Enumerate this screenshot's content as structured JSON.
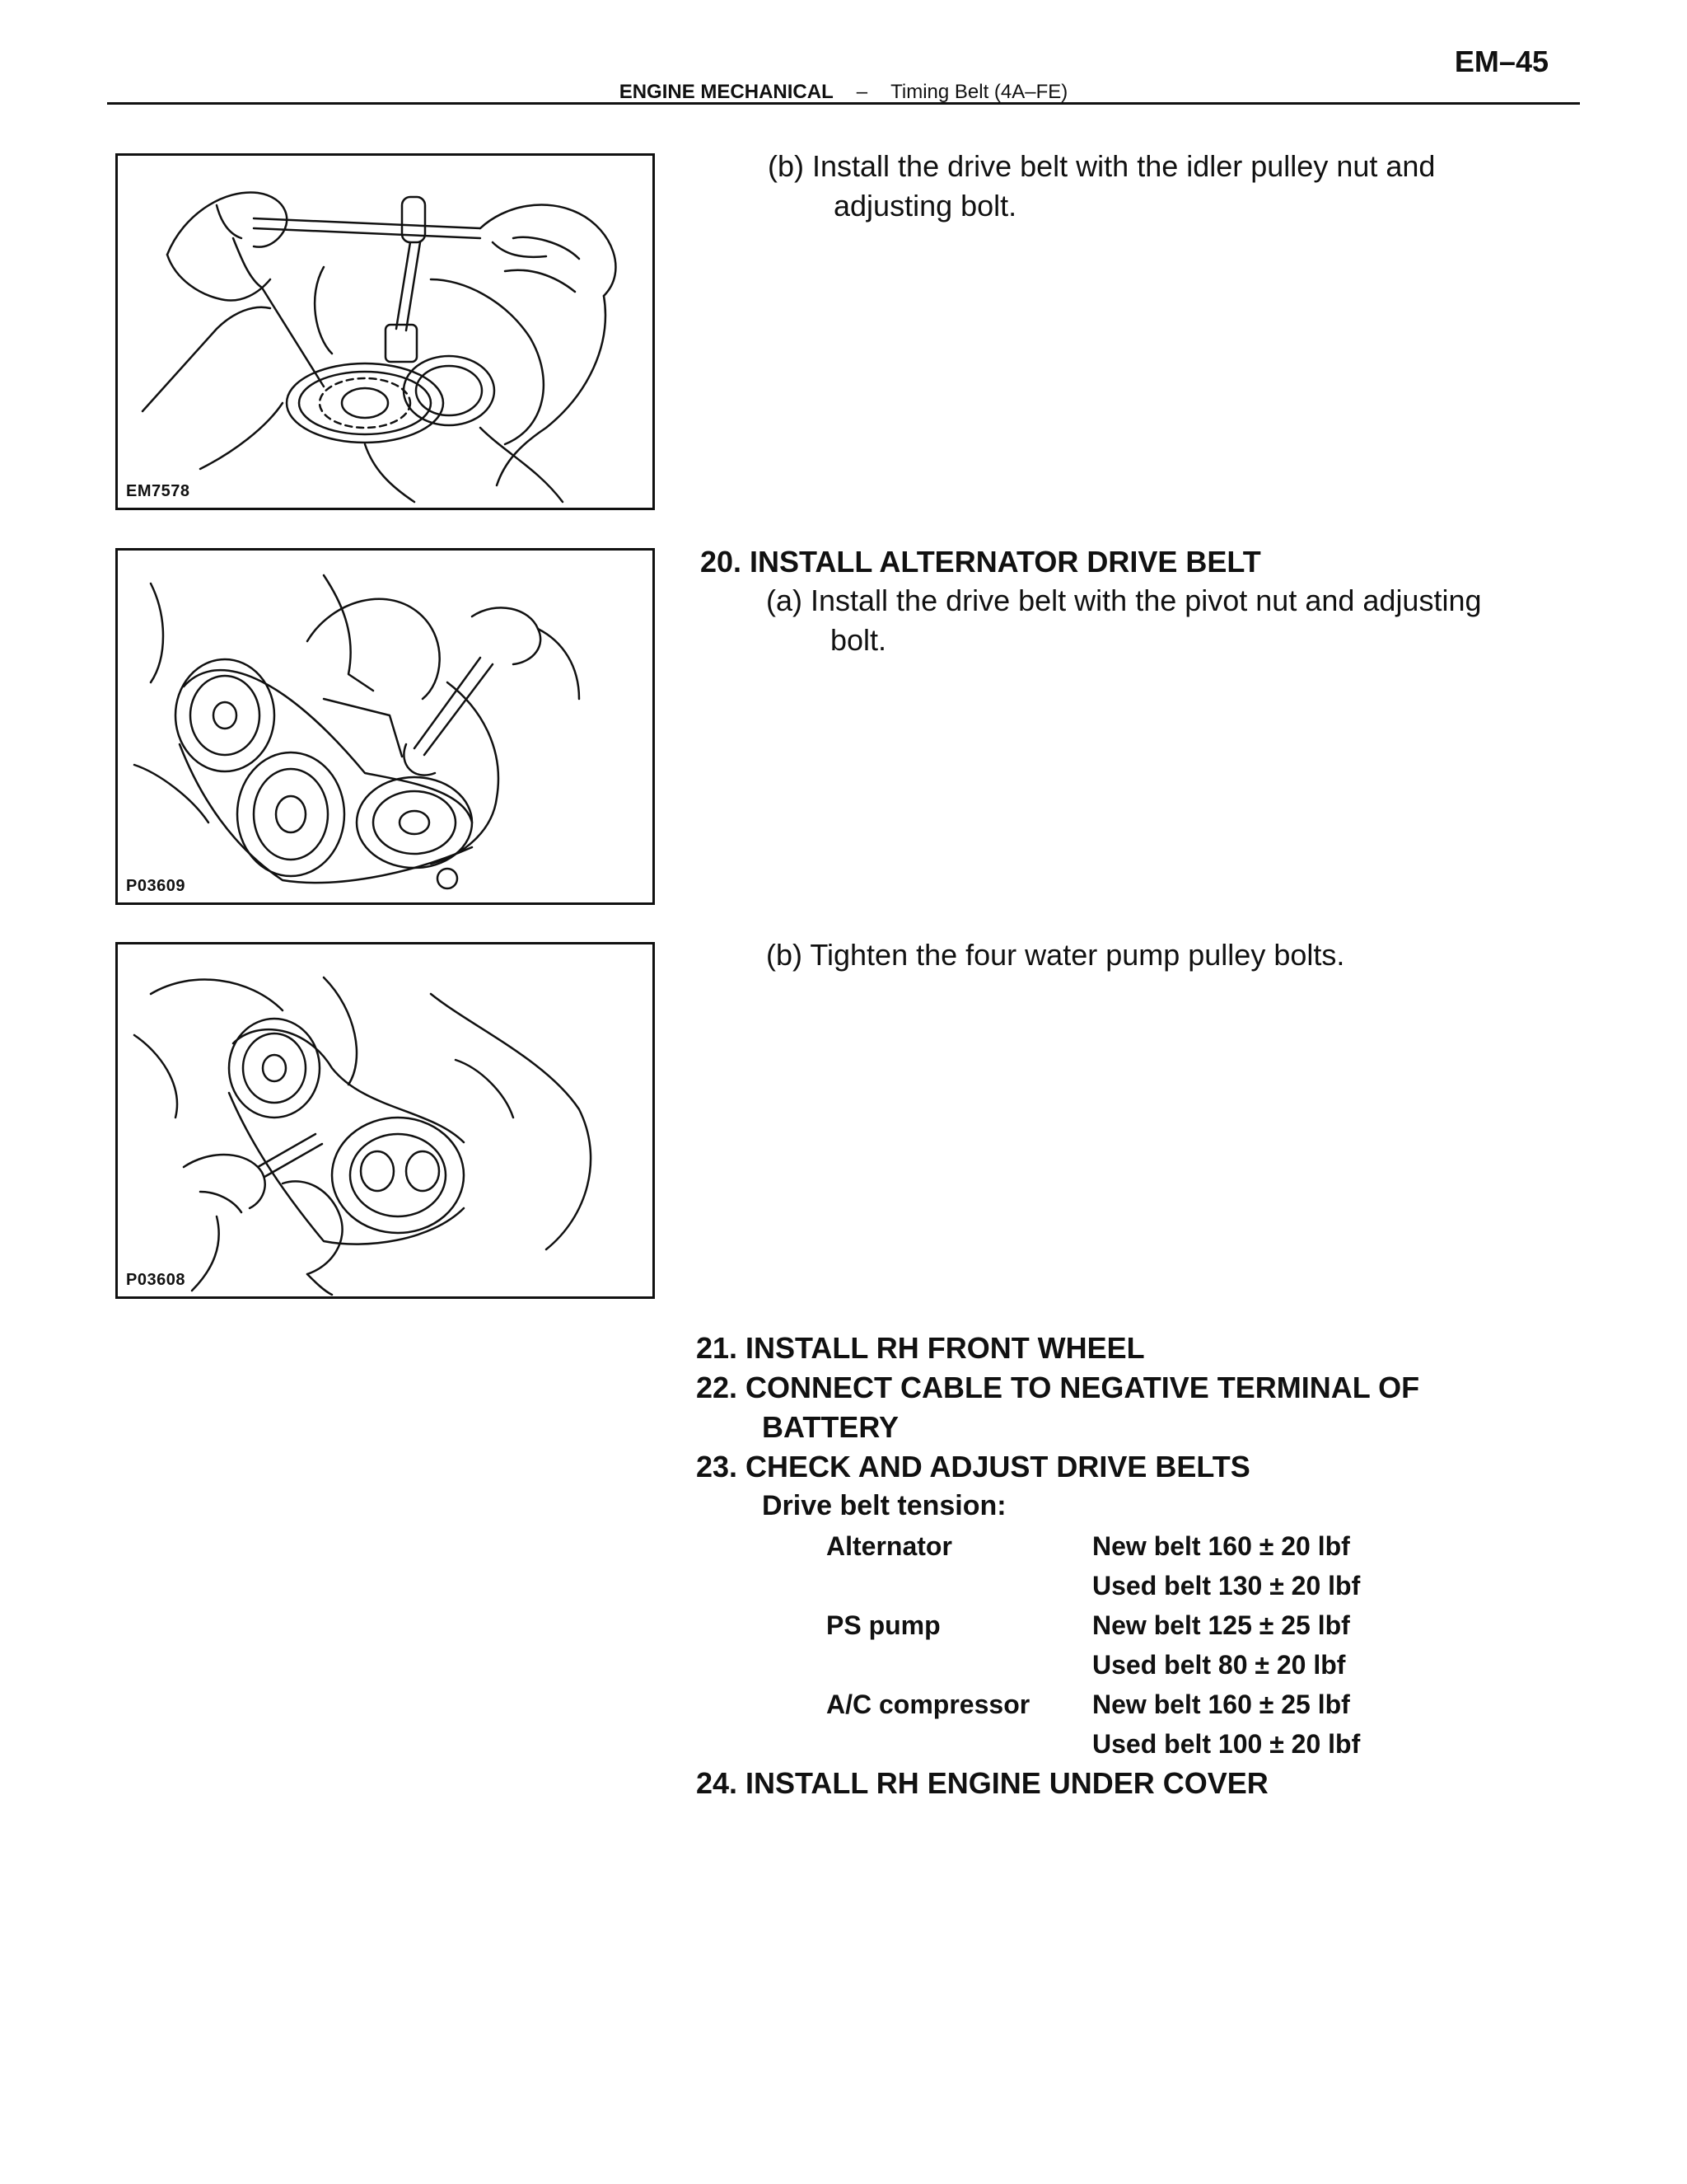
{
  "header": {
    "page_number": "EM–45",
    "section": "ENGINE MECHANICAL",
    "separator": "–",
    "subsection": "Timing Belt (4A–FE)"
  },
  "figures": [
    {
      "code": "EM7578"
    },
    {
      "code": "P03609"
    },
    {
      "code": "P03608"
    }
  ],
  "steps": {
    "s19b_line1": "(b) Install the drive belt with the idler pulley nut and",
    "s19b_line2": "adjusting bolt.",
    "s20_title": "20. INSTALL ALTERNATOR DRIVE BELT",
    "s20a_line1": "(a) Install the drive belt with the pivot nut and adjusting",
    "s20a_line2": "bolt.",
    "s20b": "(b) Tighten the four water pump pulley bolts.",
    "s21": "21. INSTALL RH FRONT WHEEL",
    "s22_line1": "22. CONNECT CABLE TO NEGATIVE TERMINAL OF",
    "s22_line2": "BATTERY",
    "s23": "23. CHECK AND ADJUST DRIVE BELTS",
    "s24": "24. INSTALL RH ENGINE UNDER COVER"
  },
  "tension": {
    "label": "Drive belt tension:",
    "rows": [
      {
        "item": "Alternator",
        "new": "New belt 160 ± 20 lbf",
        "used": "Used belt 130 ± 20 lbf"
      },
      {
        "item": "PS pump",
        "new": "New belt 125 ± 25 lbf",
        "used": "Used belt 80 ± 20 lbf"
      },
      {
        "item": "A/C compressor",
        "new": "New belt 160 ± 25 lbf",
        "used": "Used belt 100 ± 20 lbf"
      }
    ]
  }
}
